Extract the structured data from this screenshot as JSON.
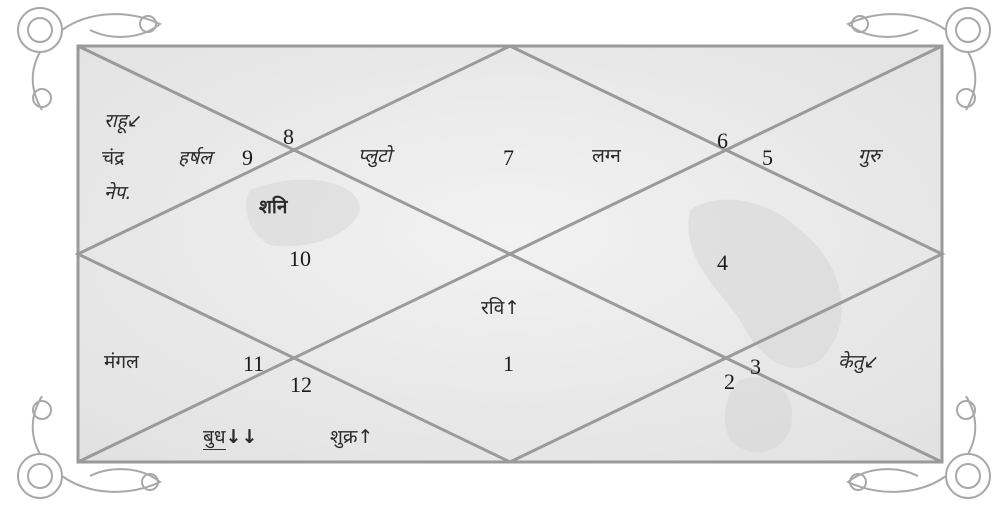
{
  "chart": {
    "house_numbers": {
      "h1": "1",
      "h2": "2",
      "h3": "3",
      "h4": "4",
      "h5": "5",
      "h6": "6",
      "h7": "7",
      "h8": "8",
      "h9": "9",
      "h10": "10",
      "h11": "11",
      "h12": "12"
    },
    "planets": {
      "rahu": "राहू",
      "rahu_marker": "↙",
      "chandra": "चंद्र",
      "neptune": "नेप.",
      "harshal": "हर्षल",
      "pluto": "प्लुटो",
      "lagna": "लग्न",
      "guru": "गुरु",
      "shani": "शनि",
      "ravi": "रवि",
      "ravi_marker": "↑",
      "mangal": "मंगल",
      "ketu": "केतु",
      "ketu_marker": "↙",
      "budh": "बुध",
      "budh_marker": "↓↓",
      "shukra": "शुक्र",
      "shukra_marker": "↑"
    },
    "colors": {
      "frame_line": "#9a9a9a",
      "background_wash": "#ececec",
      "ornament": "#a8a8a8"
    }
  }
}
